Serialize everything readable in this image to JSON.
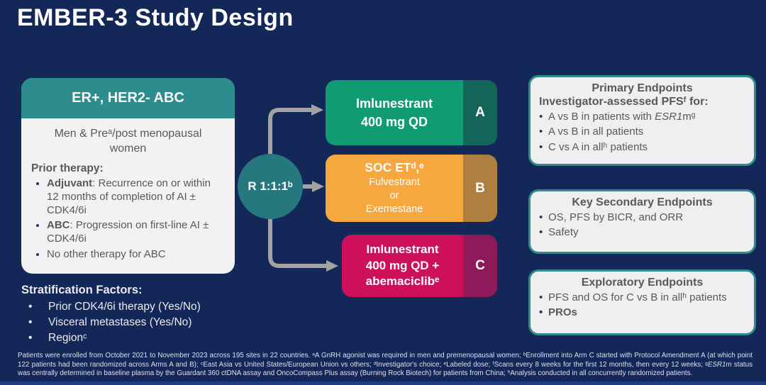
{
  "title": "EMBER-3 Study Design",
  "colors": {
    "background": "#132759",
    "teal_header": "#2d8c8d",
    "randomization_circle": "#26787e",
    "arm_a": "#109b72",
    "arm_a_tab": "#15645a",
    "arm_b": "#f6a73e",
    "arm_b_tab": "#ae8040",
    "arm_c": "#ce0f5a",
    "arm_c_tab": "#8e1a59",
    "panel_border": "#2f8c8c",
    "panel_fill": "#efefef",
    "arrow": "#a3a3a3",
    "bullet": "#1f3864"
  },
  "eligibility": {
    "header": "ER+, HER2- ABC",
    "population": "Men & Preᵃ/post menopausal women",
    "prior_therapy_label": "Prior therapy:",
    "bullets": [
      {
        "lead": "Adjuvant",
        "rest": ": Recurrence on or within 12 months of completion of AI ± CDK4/6i"
      },
      {
        "lead": "ABC",
        "rest": ": Progression on first-line AI ± CDK4/6i"
      },
      {
        "lead": "",
        "rest": "No other therapy for ABC"
      }
    ]
  },
  "stratification": {
    "title": "Stratification Factors:",
    "items": [
      "Prior CDK4/6i therapy (Yes/No)",
      "Visceral metastases (Yes/No)",
      "Regionᶜ"
    ]
  },
  "randomization": {
    "label": "R 1:1:1ᵇ"
  },
  "arms": [
    {
      "tab": "A",
      "lines": [
        "Imlunestrant",
        "400 mg QD"
      ]
    },
    {
      "tab": "B",
      "title": "SOC ETᵈ,ᵉ",
      "lines": [
        "Fulvestrant",
        "or",
        "Exemestane"
      ]
    },
    {
      "tab": "C",
      "lines": [
        "Imlunestrant",
        "400 mg QD +",
        "abemaciclibᵉ"
      ]
    }
  ],
  "endpoints": {
    "primary": {
      "title": "Primary Endpoints",
      "subtitle": "Investigator-assessed PFSᶠ for:",
      "bullet1_pre": "A vs B in patients with ",
      "bullet1_gene": "ESR1",
      "bullet1_post": "mᵍ",
      "bullet2": "A vs B in all patients",
      "bullet3": "C vs A in allʰ patients"
    },
    "secondary": {
      "title": "Key Secondary Endpoints",
      "bullet1": "OS, PFS by BICR, and ORR",
      "bullet2": "Safety"
    },
    "exploratory": {
      "title": "Exploratory Endpoints",
      "bullet1": "PFS and OS for C vs B in allʰ patients",
      "bullet2": "PROs"
    }
  },
  "footnote": {
    "part1": "Patients were enrolled from October 2021 to November 2023 across 195 sites in 22 countries. ᵃA GnRH agonist was required in men and premenopausal women; ᵇEnrollment into Arm C started with Protocol Amendment A (at which point 122 patients had been randomized across Arms A and B); ᶜEast Asia vs United States/European Union vs others; ᵈInvestigator's choice; ᵉLabeled dose; ᶠScans every 8 weeks for the first 12 months, then every 12 weeks; ᵍ",
    "gene": "ESR1",
    "part2": "m status was centrally determined in baseline plasma by the Guardant 360 ctDNA assay and OncoCompass Plus assay (Burning Rock Biotech) for patients from China; ʰAnalysis conducted in all concurrently randomized patients."
  }
}
